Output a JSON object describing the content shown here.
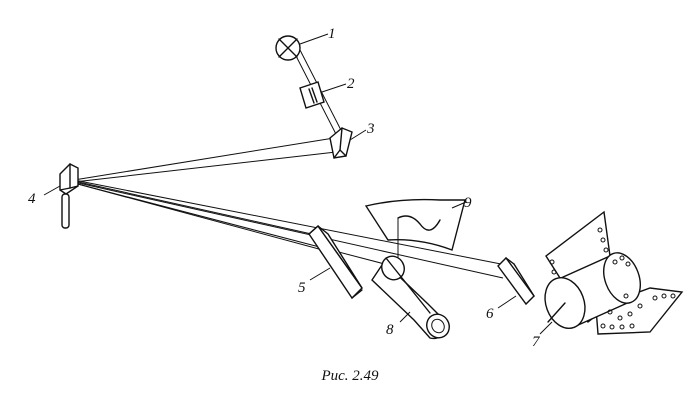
{
  "caption": "Рис. 2.49",
  "labels": {
    "l1": "1",
    "l2": "2",
    "l3": "3",
    "l4": "4",
    "l5": "5",
    "l6": "6",
    "l7": "7",
    "l8": "8",
    "l9": "9"
  }
}
